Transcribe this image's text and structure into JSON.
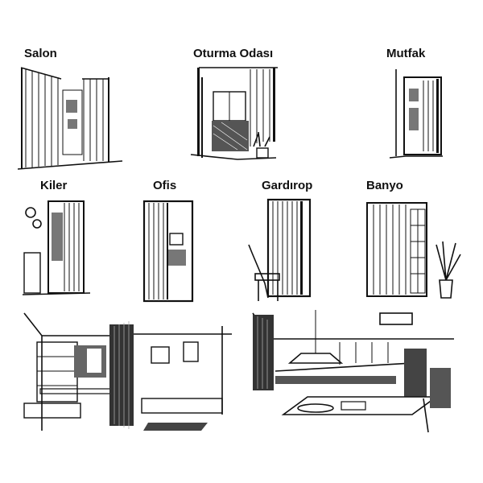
{
  "rooms": {
    "salon": "Salon",
    "oturma": "Oturma Odası",
    "mutfak": "Mutfak",
    "kiler": "Kiler",
    "ofis": "Ofis",
    "gardirop": "Gardırop",
    "banyo": "Banyo"
  }
}
